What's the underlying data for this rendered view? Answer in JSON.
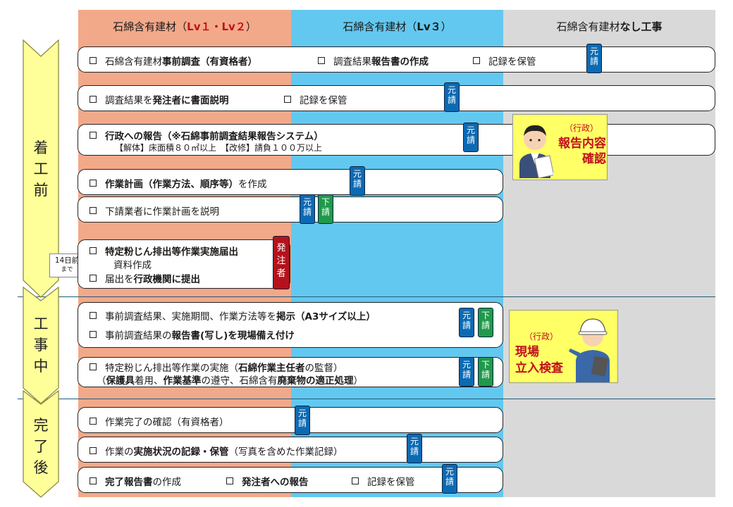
{
  "columns": [
    {
      "prefix": "石綿含有建材（",
      "highlight": "Lv１・Lv２",
      "suffix": "）",
      "color": "#f2a98a"
    },
    {
      "prefix": "石綿含有建材（",
      "highlight": "Lv３",
      "suffix": "）",
      "color": "#63c8ef"
    },
    {
      "prefix": "石綿含有建材",
      "highlight": "なし工事",
      "suffix": "",
      "color": "#d9d9d9"
    }
  ],
  "phases": [
    {
      "chars": [
        "着",
        "工",
        "前"
      ]
    },
    {
      "chars": [
        "工",
        "事",
        "中"
      ]
    },
    {
      "chars": [
        "完",
        "了",
        "後"
      ]
    }
  ],
  "badges": {
    "contractor": [
      "元",
      "請"
    ],
    "sub": [
      "下",
      "請"
    ],
    "client": [
      "発",
      "注",
      "者"
    ]
  },
  "deadline_note": {
    "line1": "14日前",
    "line2": "まで"
  },
  "rows": [
    {
      "segments": [
        {
          "parts": [
            {
              "t": "石綿含有建材",
              "b": false
            },
            {
              "t": "事前調査",
              "b": true
            },
            {
              "t": "（有資格者）",
              "b": true
            }
          ]
        },
        {
          "parts": [
            {
              "t": "調査結果",
              "b": false
            },
            {
              "t": "報告書の作成",
              "b": true
            }
          ]
        },
        {
          "parts": [
            {
              "t": "記録を保管",
              "b": false
            }
          ]
        }
      ]
    },
    {
      "segments": [
        {
          "parts": [
            {
              "t": "調査結果を",
              "b": false
            },
            {
              "t": "発注者に書面説明",
              "b": true
            }
          ]
        },
        {
          "parts": [
            {
              "t": "記録を保管",
              "b": false
            }
          ]
        }
      ]
    },
    {
      "segments": [
        {
          "parts": [
            {
              "t": "行政への報告（※石綿事前調査結果報告システム）",
              "b": true
            }
          ]
        }
      ],
      "sub": "【解体】床面積８０㎡以上　【改修】請負１００万以上"
    },
    {
      "segments": [
        {
          "parts": [
            {
              "t": "作業計画（作業方法、順序等）",
              "b": true
            },
            {
              "t": "を作成",
              "b": false
            }
          ]
        }
      ]
    },
    {
      "segments": [
        {
          "parts": [
            {
              "t": "下請業者に作業計画を説明",
              "b": false
            }
          ]
        }
      ]
    },
    {
      "segments": [
        {
          "parts": [
            {
              "t": "特定粉じん排出等作業実施届出",
              "b": true
            }
          ]
        }
      ],
      "sub": "資料作成",
      "segments2": [
        {
          "parts": [
            {
              "t": "届出を",
              "b": false
            },
            {
              "t": "行政機関に提出",
              "b": true
            }
          ]
        }
      ]
    },
    {
      "segments": [
        {
          "parts": [
            {
              "t": "事前調査結果、実施期間、作業方法等を",
              "b": false
            },
            {
              "t": "掲示（A3サイズ以上）",
              "b": true
            }
          ]
        }
      ],
      "segments2": [
        {
          "parts": [
            {
              "t": "事前調査結果の",
              "b": false
            },
            {
              "t": "報告書(写し)を現場備え付け",
              "b": true
            }
          ]
        }
      ]
    },
    {
      "segments": [
        {
          "parts": [
            {
              "t": "特定粉じん排出等作業の実施（",
              "b": false
            },
            {
              "t": "石綿作業主任者",
              "b": true
            },
            {
              "t": "の監督）",
              "b": false
            }
          ]
        }
      ],
      "line2": [
        {
          "t": "（",
          "b": false
        },
        {
          "t": "保護具",
          "b": true
        },
        {
          "t": "着用、",
          "b": false
        },
        {
          "t": "作業基準",
          "b": true
        },
        {
          "t": "の遵守、石綿含有",
          "b": false
        },
        {
          "t": "廃棄物の適正処理",
          "b": true
        },
        {
          "t": "）",
          "b": false
        }
      ]
    },
    {
      "segments": [
        {
          "parts": [
            {
              "t": "作業完了の確認（有資格者）",
              "b": false
            }
          ]
        }
      ]
    },
    {
      "segments": [
        {
          "parts": [
            {
              "t": "作業の",
              "b": false
            },
            {
              "t": "実施状況の記録・保管",
              "b": true
            },
            {
              "t": "（写真を含めた作業記録）",
              "b": false
            }
          ]
        }
      ]
    },
    {
      "segments": [
        {
          "parts": [
            {
              "t": "完了報告書",
              "b": true
            },
            {
              "t": "の作成",
              "b": false
            }
          ]
        },
        {
          "parts": [
            {
              "t": "発注者への報告",
              "b": true
            }
          ]
        },
        {
          "parts": [
            {
              "t": "記録を保管",
              "b": false
            }
          ]
        }
      ]
    }
  ],
  "callouts": [
    {
      "tag": "（行政）",
      "lines": [
        "報告内容",
        "確認"
      ]
    },
    {
      "tag": "（行政）",
      "lines": [
        "現場",
        "立入検査"
      ]
    }
  ],
  "colors": {
    "accent_red": "#c0111b",
    "badge_blue": "#0c6ab3",
    "badge_green": "#1f9a4a",
    "badge_red": "#b5121b",
    "arrow_fill": "#ffff99"
  }
}
